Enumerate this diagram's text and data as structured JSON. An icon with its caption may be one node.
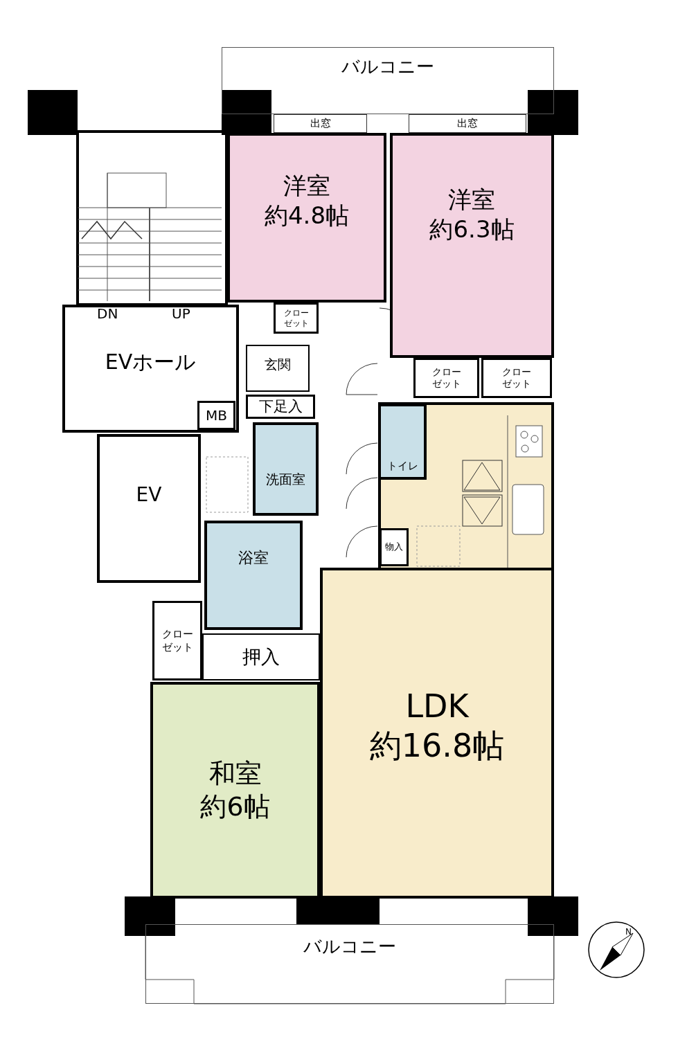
{
  "diagram": {
    "nodes": [
      {
        "text": [
          "バルコニー"
        ]
      },
      {
        "text": [
          "出窓"
        ]
      },
      {
        "text": [
          "出窓"
        ]
      },
      {
        "text": [
          "洋室",
          "約4.8帖"
        ]
      },
      {
        "text": [
          "洋室",
          "約6.3帖"
        ]
      },
      {
        "text": [
          "EVホール"
        ]
      },
      {
        "text": [
          "クローゼット"
        ]
      },
      {
        "text": [
          "玄関"
        ]
      },
      {
        "text": [
          "下足入"
        ]
      },
      {
        "text": [
          "MB"
        ],
        "in": 5
      },
      {
        "text": [
          "クローゼット"
        ]
      },
      {
        "text": [
          "クローゼット"
        ]
      },
      {
        "text": [
          "トイレ"
        ]
      },
      {
        "text": [
          "洗面室"
        ]
      },
      {
        "text": [
          "EV"
        ]
      },
      {
        "text": [
          "浴室"
        ]
      },
      {
        "text": [
          "物入"
        ]
      },
      {
        "text": [
          "クローゼット"
        ]
      },
      {
        "text": [
          "押入"
        ]
      },
      {
        "text": [
          "LDK",
          "約16.8帖"
        ]
      },
      {
        "text": [
          "和室",
          "約6帖"
        ]
      },
      {
        "text": [
          "バルコニー"
        ]
      }
    ],
    "labels": [
      "DN",
      "UP",
      "N"
    ]
  }
}
